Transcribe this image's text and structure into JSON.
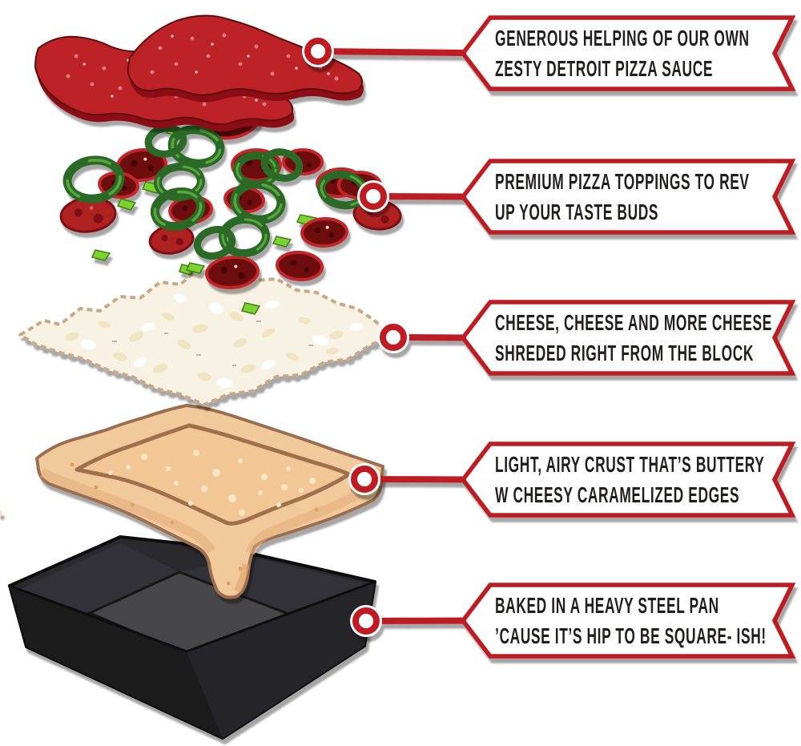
{
  "callouts": [
    {
      "target": "sauce",
      "line1": "GENEROUS HELPING OF OUR OWN",
      "line2": "ZESTY DETROIT PIZZA SAUCE"
    },
    {
      "target": "toppings",
      "line1": "PREMIUM PIZZA TOPPINGS TO REV",
      "line2": "UP YOUR TASTE BUDS"
    },
    {
      "target": "cheese",
      "line1": "CHEESE, CHEESE AND MORE CHEESE",
      "line2": "SHREDED RIGHT FROM THE BLOCK"
    },
    {
      "target": "crust",
      "line1": "LIGHT, AIRY CRUST THAT’S BUTTERY",
      "line2": "W CHEESY CARAMELIZED EDGES"
    },
    {
      "target": "pan",
      "line1": "BAKED IN A HEAVY STEEL PAN",
      "line2": "’CAUSE IT’S HIP TO BE SQUARE- ISH!"
    }
  ],
  "layers": [
    {
      "name": "pizza-sauce"
    },
    {
      "name": "pizza-toppings"
    },
    {
      "name": "shredded-cheese"
    },
    {
      "name": "pizza-crust"
    },
    {
      "name": "steel-pan"
    }
  ],
  "colors": {
    "accent_red": "#be1e23",
    "sauce_red": "#bc2025",
    "sauce_dark": "#8d1114",
    "pepperoni_dark": "#6e0a0e",
    "pepper_green": "#2c6a26",
    "cheese_cream": "#f7f2e4",
    "crust_tan": "#f2c99b",
    "pan_black": "#1c1c1f",
    "label_bg": "#ffffff",
    "label_text": "#211e1e"
  }
}
